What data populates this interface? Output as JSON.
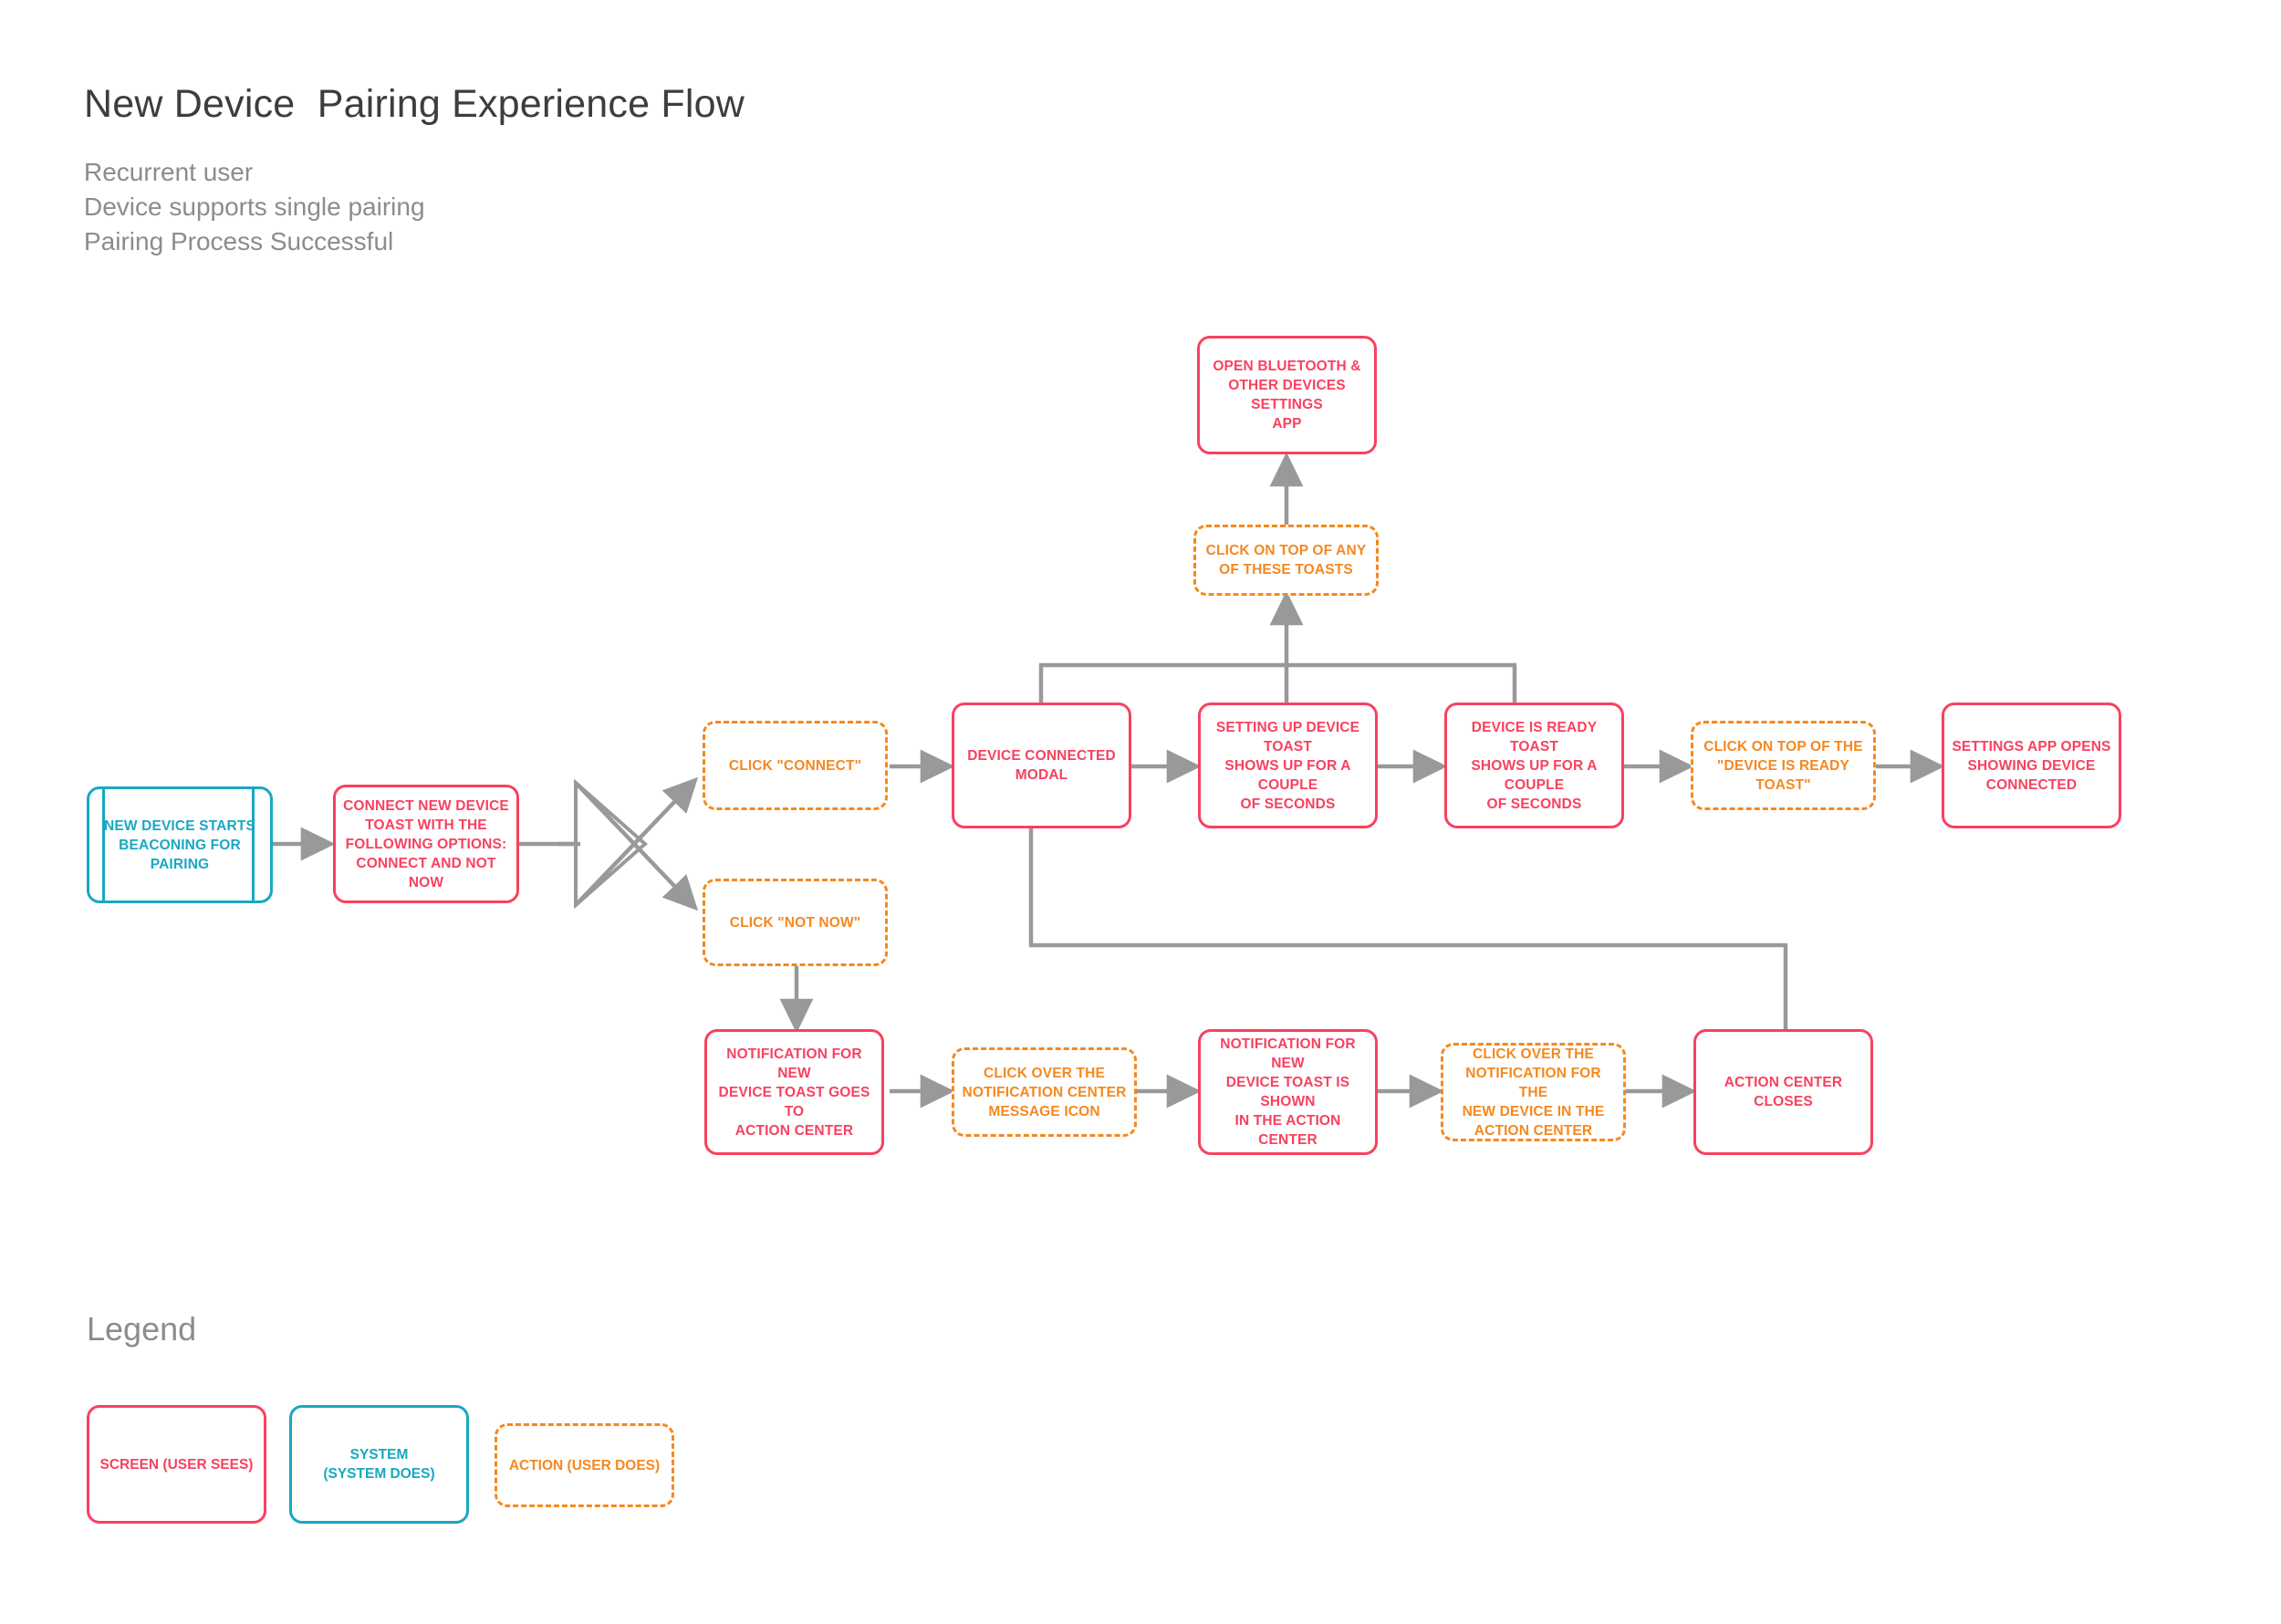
{
  "header": {
    "title": "New Device  Pairing Experience Flow",
    "subtitles": [
      "Recurrent user",
      "Device supports single pairing",
      "Pairing Process Successful"
    ]
  },
  "legend": {
    "title": "Legend",
    "items": [
      {
        "label": "SCREEN (USER SEES)",
        "type": "screen",
        "color": "#F8415F"
      },
      {
        "label": "SYSTEM\n(SYSTEM DOES)",
        "type": "system",
        "color": "#18A8C2"
      },
      {
        "label": "ACTION (USER DOES)",
        "type": "action",
        "color": "#F5881F"
      }
    ]
  },
  "colors": {
    "screen": "#F8415F",
    "system": "#18A8C2",
    "action": "#F5881F",
    "connector": "#999999",
    "title_text": "#3d3d3d",
    "subtitle_text": "#8c8c8c",
    "background": "#FFFFFF"
  },
  "nodes": [
    {
      "id": "device-beaconing",
      "type": "system",
      "label": "NEW DEVICE STARTS\nBEACONING FOR\nPAIRING"
    },
    {
      "id": "connect-new-device-toast",
      "type": "screen",
      "label": "CONNECT NEW DEVICE\nTOAST WITH THE\nFOLLOWING OPTIONS:\nCONNECT AND NOT NOW"
    },
    {
      "id": "click-connect",
      "type": "action",
      "label": "CLICK \"CONNECT\""
    },
    {
      "id": "click-not-now",
      "type": "action",
      "label": "CLICK \"NOT NOW\""
    },
    {
      "id": "device-connected-modal",
      "type": "screen",
      "label": "DEVICE CONNECTED\nMODAL"
    },
    {
      "id": "setting-up-device-toast",
      "type": "screen",
      "label": "SETTING UP DEVICE TOAST\nSHOWS UP FOR A COUPLE\nOF SECONDS"
    },
    {
      "id": "device-is-ready-toast",
      "type": "screen",
      "label": "DEVICE IS READY TOAST\nSHOWS UP FOR A COUPLE\nOF SECONDS"
    },
    {
      "id": "click-device-ready-toast",
      "type": "action",
      "label": "CLICK ON TOP OF THE\n\"DEVICE IS READY\nTOAST\""
    },
    {
      "id": "settings-app-opens",
      "type": "screen",
      "label": "SETTINGS APP OPENS\nSHOWING DEVICE\nCONNECTED"
    },
    {
      "id": "click-any-toast",
      "type": "action",
      "label": "CLICK ON TOP OF ANY\nOF THESE TOASTS"
    },
    {
      "id": "open-bluetooth-settings",
      "type": "screen",
      "label": "OPEN BLUETOOTH &\nOTHER DEVICES SETTINGS\nAPP"
    },
    {
      "id": "notification-goes-to-ac",
      "type": "screen",
      "label": "NOTIFICATION FOR NEW\nDEVICE TOAST GOES TO\nACTION CENTER"
    },
    {
      "id": "click-notification-icon",
      "type": "action",
      "label": "CLICK OVER THE\nNOTIFICATION CENTER\nMESSAGE ICON"
    },
    {
      "id": "notification-shown-in-ac",
      "type": "screen",
      "label": "NOTIFICATION FOR NEW\nDEVICE TOAST IS SHOWN\nIN THE ACTION CENTER"
    },
    {
      "id": "click-notification-in-ac",
      "type": "action",
      "label": "CLICK OVER THE\nNOTIFICATION FOR THE\nNEW DEVICE IN THE\nACTION CENTER"
    },
    {
      "id": "action-center-closes",
      "type": "screen",
      "label": "ACTION CENTER CLOSES"
    }
  ]
}
